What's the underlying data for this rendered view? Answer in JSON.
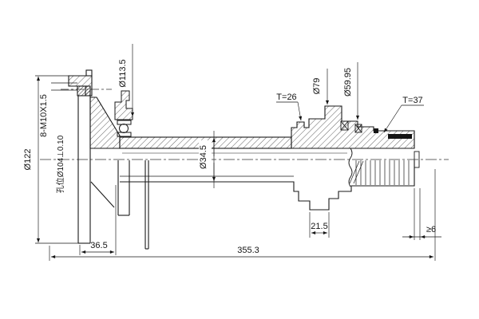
{
  "drawing": {
    "type": "engineering-section-drawing",
    "colors": {
      "line": "#1a1a1a",
      "background": "#ffffff",
      "hatch": "#3a3a3a"
    },
    "labels": {
      "flange_diameter": "Ø122",
      "bolt_spec": "8-M10X1.5",
      "bolt_circle_position": "孔位Ø104⊥0.10",
      "shield_diameter": "Ø113.5",
      "shaft_diameter": "Ø34.5",
      "depth_t26": "T=26",
      "diameter_79": "Ø79",
      "diameter_59_95": "Ø59.95",
      "depth_t37": "T=37",
      "flange_offset": "36.5",
      "step_width": "21.5",
      "total_length": "355.3",
      "min_clearance": "≥6"
    }
  }
}
